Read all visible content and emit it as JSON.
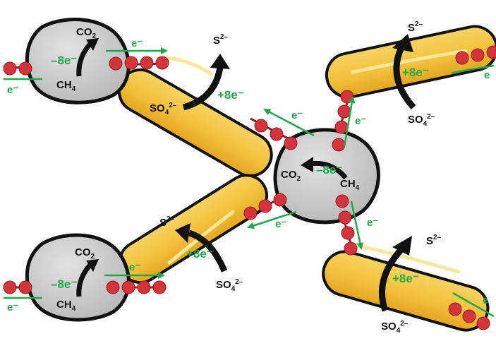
{
  "colors": {
    "archaea_fill": "#c9c9c9",
    "archaea_outline": "#111111",
    "bacteria_fill": "#f3c13b",
    "bacteria_shade": "#e4a51f",
    "electron_bead": "#d6343c",
    "electron_arrow": "#21a84a",
    "reaction_arrow": "#111111"
  },
  "archaea": {
    "co2": "CO",
    "co2_sub": "2",
    "ch4": "CH",
    "ch4_sub": "4",
    "electrons": "–8e⁻"
  },
  "bacteria": {
    "so4": "SO",
    "so4_sub": "4",
    "so4_sup": "2–",
    "s": "S",
    "s_sup": "2–",
    "electrons": "+8e⁻"
  },
  "electron": {
    "label": "e⁻",
    "label_partial": "e"
  }
}
